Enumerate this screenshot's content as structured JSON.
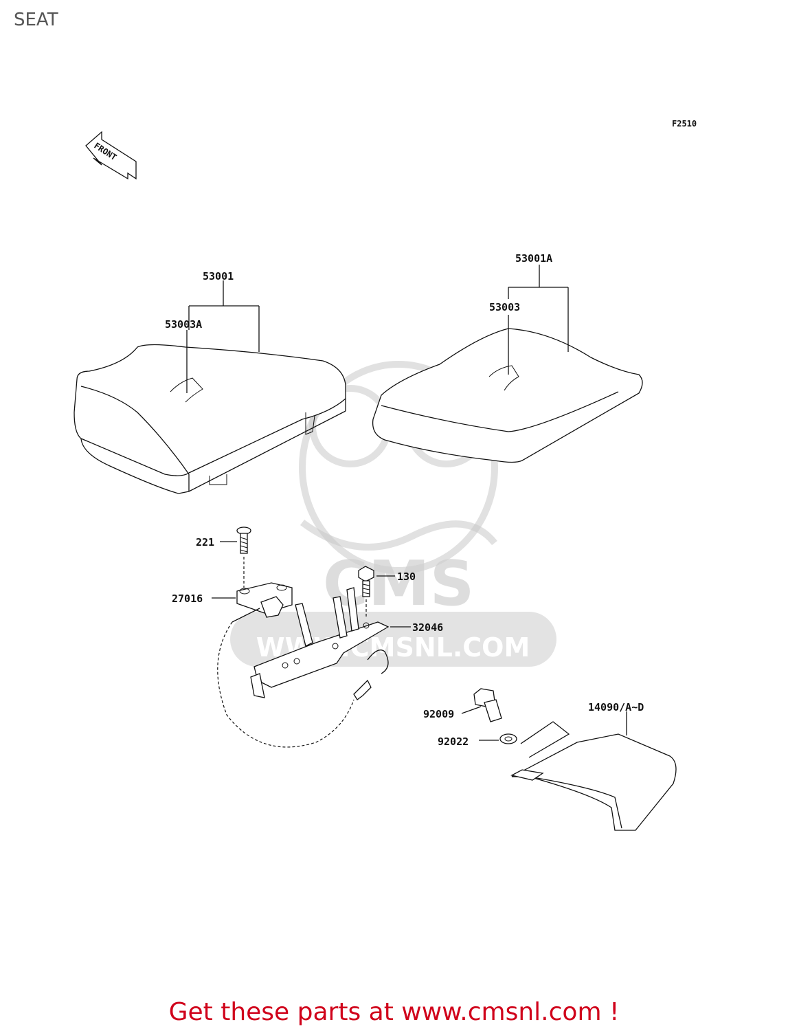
{
  "header": {
    "title": "SEAT"
  },
  "diagram": {
    "code": "F2510",
    "front_arrow": "FRONT",
    "watermark": {
      "logo": "CMS",
      "url": "WWW.CMSNL.COM"
    },
    "labels": {
      "p53001": "53001",
      "p53003A": "53003A",
      "p53001A": "53001A",
      "p53003": "53003",
      "p221": "221",
      "p27016": "27016",
      "p130": "130",
      "p32046": "32046",
      "p92009": "92009",
      "p92022": "92022",
      "p14090": "14090/A~D"
    }
  },
  "footer": {
    "cta": "Get these parts at www.cmsnl.com !"
  }
}
